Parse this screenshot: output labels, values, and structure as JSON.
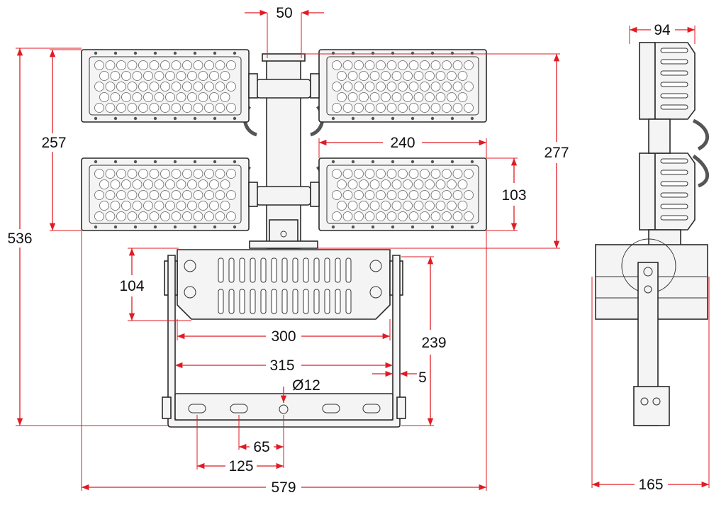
{
  "dimensions": {
    "pole_width": "50",
    "module_spacing": "257",
    "overall_height": "536",
    "module_width": "240",
    "module_height": "103",
    "mount_height": "277",
    "driver_height": "104",
    "driver_width": "300",
    "bracket_height": "239",
    "bracket_width": "315",
    "bracket_thickness": "5",
    "hole_diameter": "Ø12",
    "hole_pitch": "65",
    "hole_span": "125",
    "overall_width": "579",
    "side_depth": "94",
    "side_bracket_depth": "165"
  },
  "colors": {
    "dimension": "#e01b24",
    "outline": "#2a2a2a",
    "fill": "#f4f4f4"
  }
}
